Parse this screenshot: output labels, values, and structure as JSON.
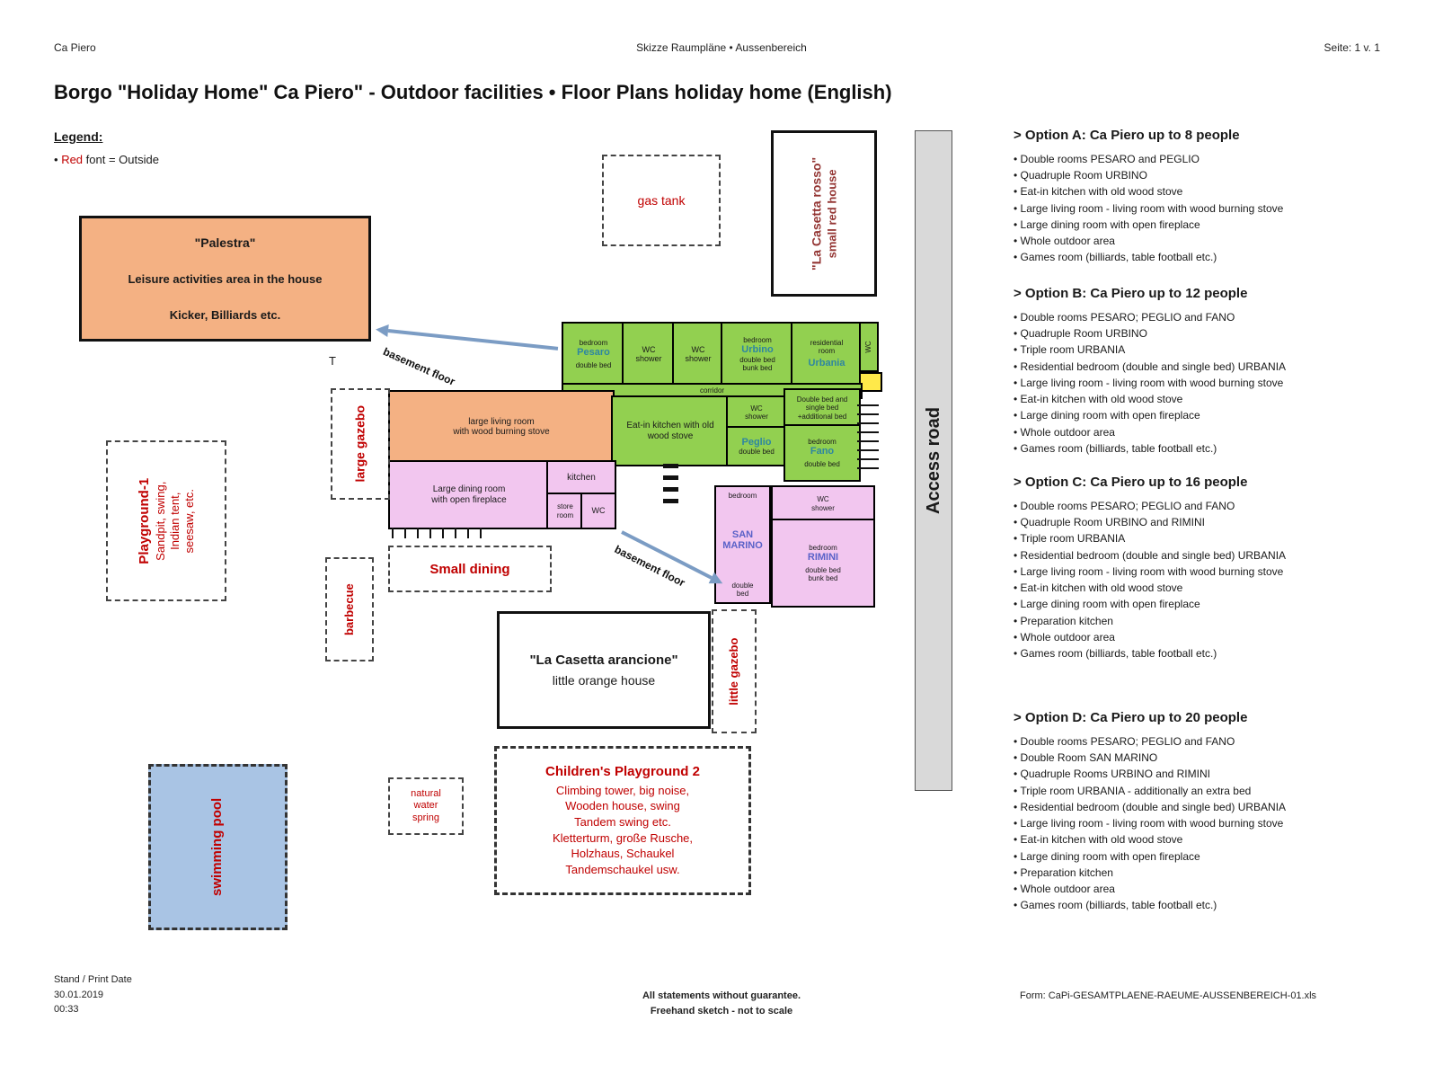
{
  "page_header": {
    "doc_name": "Ca Piero",
    "doc_subject": "Skizze Raumpläne • Aussenbereich",
    "page_info": "Seite: 1 v. 1"
  },
  "title": "Borgo \"Holiday Home\" Ca Piero\" - Outdoor facilities • Floor Plans holiday home (English)",
  "legend": {
    "heading": "Legend:",
    "bullet": "•",
    "red_word": "Red",
    "rest": " font = Outside"
  },
  "site": {
    "palestra": {
      "title": "\"Palestra\"",
      "line1": "Leisure activities area in the house",
      "line2": "Kicker, Billiards etc."
    },
    "gas_tank": "gas tank",
    "casetta_rosso": {
      "line1": "\"La Casetta rosso\"",
      "line2": "small red house"
    },
    "casetta_arancione": {
      "line1": "\"La Casetta arancione\"",
      "line2": "little orange house"
    },
    "access_road": "Access road",
    "large_gazebo": "large gazebo",
    "little_gazebo": "little gazebo",
    "barbecue": "barbecue",
    "small_dining": "Small dining",
    "swimming_pool": "swimming pool",
    "natural_spring": "natural\nwater\nspring",
    "playground1": {
      "title": "Playground-1",
      "desc": "Sandpit, swing,\nIndian tent,\nseesaw, etc."
    },
    "playground2": {
      "title": "Children's Playground 2",
      "desc": "Climbing tower, big noise,\nWooden house, swing\nTandem swing etc.\nKletterturm, große Rusche,\nHolzhaus, Schaukel\nTandemschaukel usw."
    },
    "basement_floor_upper": "basement floor",
    "basement_floor_lower": "basement floor",
    "t_mark": "T"
  },
  "floorplan": {
    "pesaro": {
      "type": "bedroom",
      "name": "Pesaro",
      "beds": "double bed"
    },
    "wc_shower_1": "WC\nshower",
    "wc_shower_2": "WC\nshower",
    "urbino": {
      "type": "bedroom",
      "name": "Urbino",
      "beds": "double bed\nbunk bed"
    },
    "urbania": {
      "type": "residential\nroom",
      "name": "Urbania"
    },
    "wc_small": "WC",
    "corridor": "corridor",
    "living_room": "large living room\nwith wood burning stove",
    "eat_in_kitchen": "Eat-in kitchen with old\nwood stove",
    "wc_shower_3": "WC\nshower",
    "double_single": "Double bed and\nsingle bed\n+additional bed",
    "peglio": {
      "name": "Peglio",
      "beds": "double bed"
    },
    "fano": {
      "type": "bedroom",
      "name": "Fano",
      "beds": "double bed"
    },
    "dining_room": "Large dining room\nwith open fireplace",
    "kitchen": "kitchen",
    "store_room": "store\nroom",
    "wc_4": "WC",
    "san_marino": {
      "type": "bedroom",
      "name": "SAN\nMARINO",
      "beds": "double\nbed"
    },
    "wc_shower_5": "WC\nshower",
    "rimini": {
      "type": "bedroom",
      "name": "RIMINI",
      "beds": "double bed\nbunk bed"
    }
  },
  "options": [
    {
      "title": "> Option A: Ca Piero up to 8 people",
      "items": [
        "Double rooms PESARO and PEGLIO",
        "Quadruple Room URBINO",
        "Eat-in kitchen with old wood stove",
        "Large living room - living room with wood burning stove",
        "Large dining room with open fireplace",
        "Whole outdoor area",
        "Games room (billiards, table football etc.)"
      ]
    },
    {
      "title": "> Option B: Ca Piero up to 12 people",
      "items": [
        "Double rooms PESARO; PEGLIO and FANO",
        "Quadruple Room URBINO",
        "Triple room URBANIA",
        "Residential bedroom (double and single bed) URBANIA",
        "Large living room - living room with wood burning stove",
        "Eat-in kitchen with old wood stove",
        "Large dining room with open fireplace",
        "Whole outdoor area",
        "Games room (billiards, table football etc.)"
      ]
    },
    {
      "title": "> Option C: Ca Piero up to 16 people",
      "items": [
        "Double rooms PESARO; PEGLIO and FANO",
        "Quadruple Room URBINO and RIMINI",
        "Triple room URBANIA",
        "Residential bedroom (double and single bed) URBANIA",
        "Large living room - living room with wood burning stove",
        "Eat-in kitchen with old wood stove",
        "Large dining room with open fireplace",
        "Preparation kitchen",
        "Whole outdoor area",
        "Games room (billiards, table football etc.)"
      ]
    },
    {
      "title": "> Option D: Ca Piero up to 20 people",
      "items": [
        "Double rooms PESARO; PEGLIO and FANO",
        "Double Room SAN MARINO",
        "Quadruple Rooms URBINO and RIMINI",
        "Triple room URBANIA - additionally an extra bed",
        "Residential bedroom (double and single bed) URBANIA",
        "Large living room - living room with wood burning stove",
        "Eat-in kitchen with old wood stove",
        "Large dining room with open fireplace",
        "Preparation kitchen",
        "Whole outdoor area",
        "Games room (billiards, table football etc.)"
      ]
    }
  ],
  "footer": {
    "left_line1": "Stand / Print Date",
    "left_line2": "30.01.2019",
    "left_line3": "00:33",
    "center_line1": "All statements without guarantee.",
    "center_line2": "Freehand sketch - not to scale",
    "right": "Form: CaPi-GESAMTPLAENE-RAEUME-AUSSENBEREICH-01.xls"
  },
  "colors": {
    "outside_red": "#c00000",
    "room_green": "#92d050",
    "room_pink": "#f2c6ef",
    "living_orange": "#f4b183",
    "pool_blue": "#a9c4e4",
    "road_gray": "#d9d9d9"
  }
}
